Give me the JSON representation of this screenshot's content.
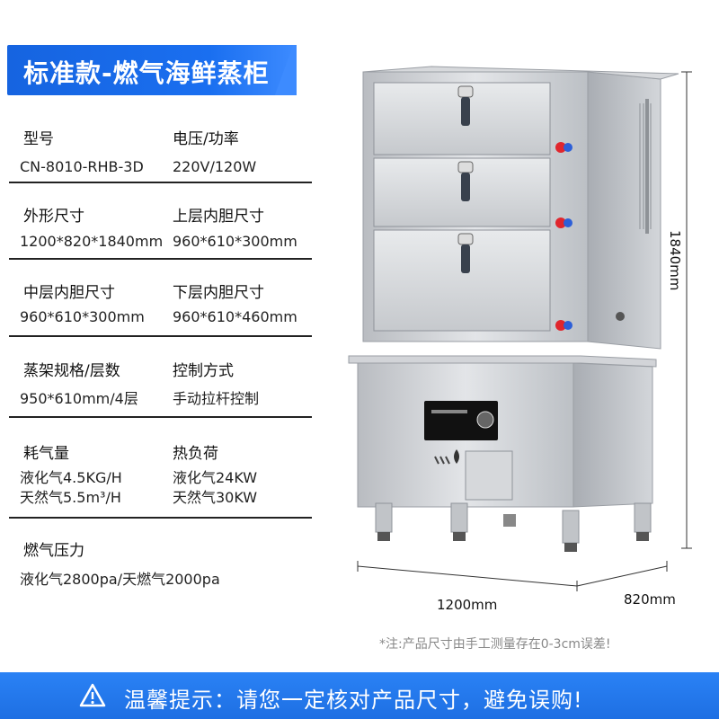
{
  "title": "标准款-燃气海鲜蒸柜",
  "specs": [
    {
      "left_label": "型号",
      "left_value": "CN-8010-RHB-3D",
      "right_label": "电压/功率",
      "right_value": "220V/120W"
    },
    {
      "left_label": "外形尺寸",
      "left_value": "1200*820*1840mm",
      "right_label": "上层内胆尺寸",
      "right_value": "960*610*300mm"
    },
    {
      "left_label": "中层内胆尺寸",
      "left_value": "960*610*300mm",
      "right_label": "下层内胆尺寸",
      "right_value": "960*610*460mm"
    },
    {
      "left_label": "蒸架规格/层数",
      "left_value": "950*610mm/4层",
      "right_label": "控制方式",
      "right_value": "手动拉杆控制"
    },
    {
      "left_label": "耗气量",
      "left_value_1": "液化气4.5KG/H",
      "left_value_2": "天然气5.5m³/H",
      "right_label": "热负荷",
      "right_value_1": "液化气24KW",
      "right_value_2": "天然气30KW"
    },
    {
      "left_label": "燃气压力",
      "left_value": "液化气2800pa/天燃气2000pa"
    }
  ],
  "dimensions": {
    "height": "1840mm",
    "width": "1200mm",
    "depth": "820mm"
  },
  "note": "*注:产品尺寸由手工测量存在0-3cm误差!",
  "warning": "温馨提示：请您一定核对产品尺寸，避免误购!",
  "colors": {
    "banner_blue": "#1a6ff0",
    "warning_blue": "#2277ee",
    "steel": "#c9ccd0"
  }
}
